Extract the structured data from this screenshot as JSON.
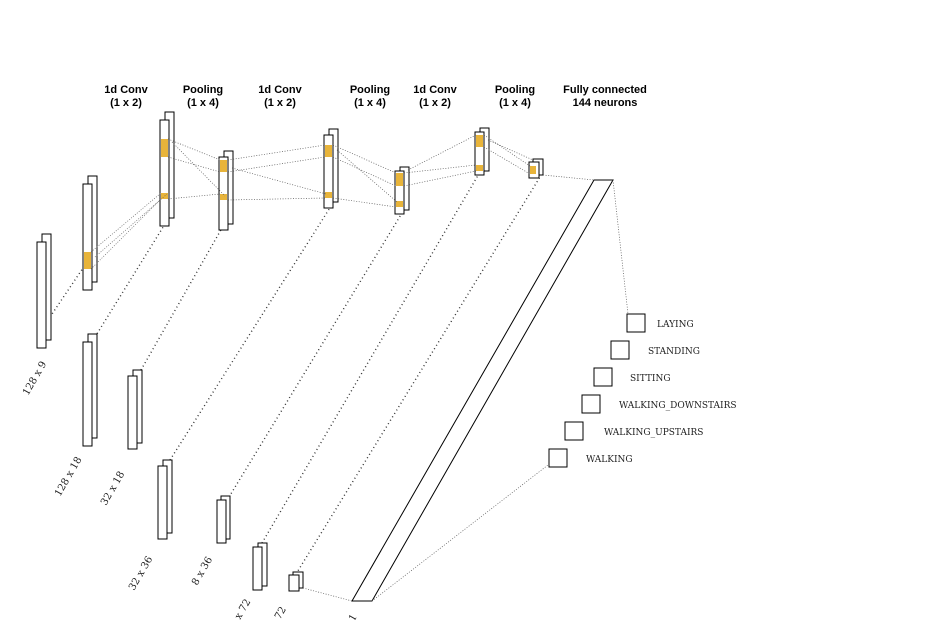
{
  "headers": [
    {
      "title": "1d Conv",
      "sub": "(1 x 2)"
    },
    {
      "title": "Pooling",
      "sub": "(1 x 4)"
    },
    {
      "title": "1d Conv",
      "sub": "(1 x 2)"
    },
    {
      "title": "Pooling",
      "sub": "(1 x 4)"
    },
    {
      "title": "1d Conv",
      "sub": "(1 x 2)"
    },
    {
      "title": "Pooling",
      "sub": "(1 x 4)"
    },
    {
      "title": "Fully connected",
      "sub": "144 neurons"
    }
  ],
  "dimension_labels": [
    "128 x 9",
    "128 x 18",
    "32 x 18",
    "32 x 36",
    "8 x 36",
    "x 72",
    "72",
    "1"
  ],
  "classes": [
    "LAYING",
    "STANDING",
    "SITTING",
    "WALKING_DOWNSTAIRS",
    "WALKING_UPSTAIRS",
    "WALKING"
  ],
  "colors": {
    "highlight": "#e8b43a",
    "line": "#000000",
    "background": "#ffffff"
  }
}
